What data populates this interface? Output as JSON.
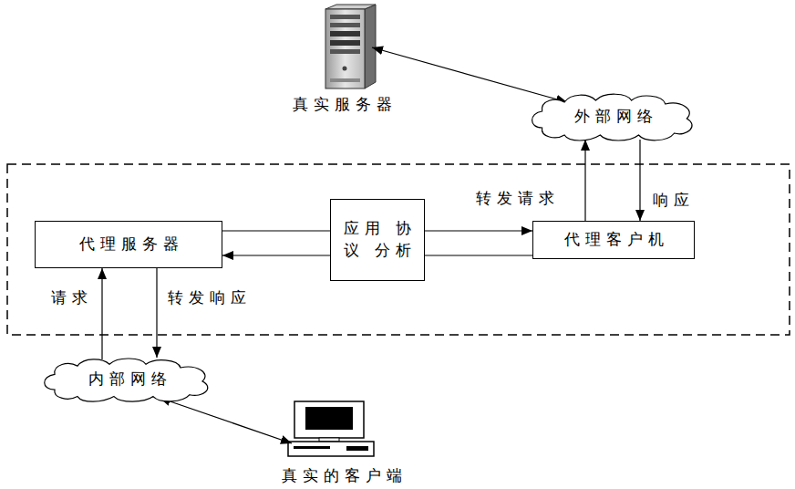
{
  "diagram": {
    "nodes": [
      {
        "text": [
          "真实服务器"
        ]
      },
      {
        "text": [
          "外部网络"
        ]
      },
      {
        "text": [
          "代理服务器"
        ]
      },
      {
        "text": [
          "应用 协议 分析"
        ]
      },
      {
        "text": [
          "代理客户机"
        ]
      },
      {
        "text": [
          "内部网络"
        ]
      },
      {
        "text": [
          "真实的客户端"
        ]
      }
    ],
    "edges": [
      {
        "from": 0,
        "to": 1,
        "arrow": "both"
      },
      {
        "from": 4,
        "to": 1,
        "label": "转发请求",
        "arrow": "to"
      },
      {
        "from": 1,
        "to": 4,
        "label": "响应",
        "arrow": "to"
      },
      {
        "from": 2,
        "to": 3,
        "arrow": "none"
      },
      {
        "from": 3,
        "to": 4,
        "arrow": "to"
      },
      {
        "from": 4,
        "to": 3,
        "arrow": "none"
      },
      {
        "from": 3,
        "to": 2,
        "arrow": "to"
      },
      {
        "from": 5,
        "to": 2,
        "label": "请求",
        "arrow": "to"
      },
      {
        "from": 2,
        "to": 5,
        "label": "转发响应",
        "arrow": "to"
      },
      {
        "from": 5,
        "to": 6,
        "arrow": "both"
      }
    ]
  }
}
